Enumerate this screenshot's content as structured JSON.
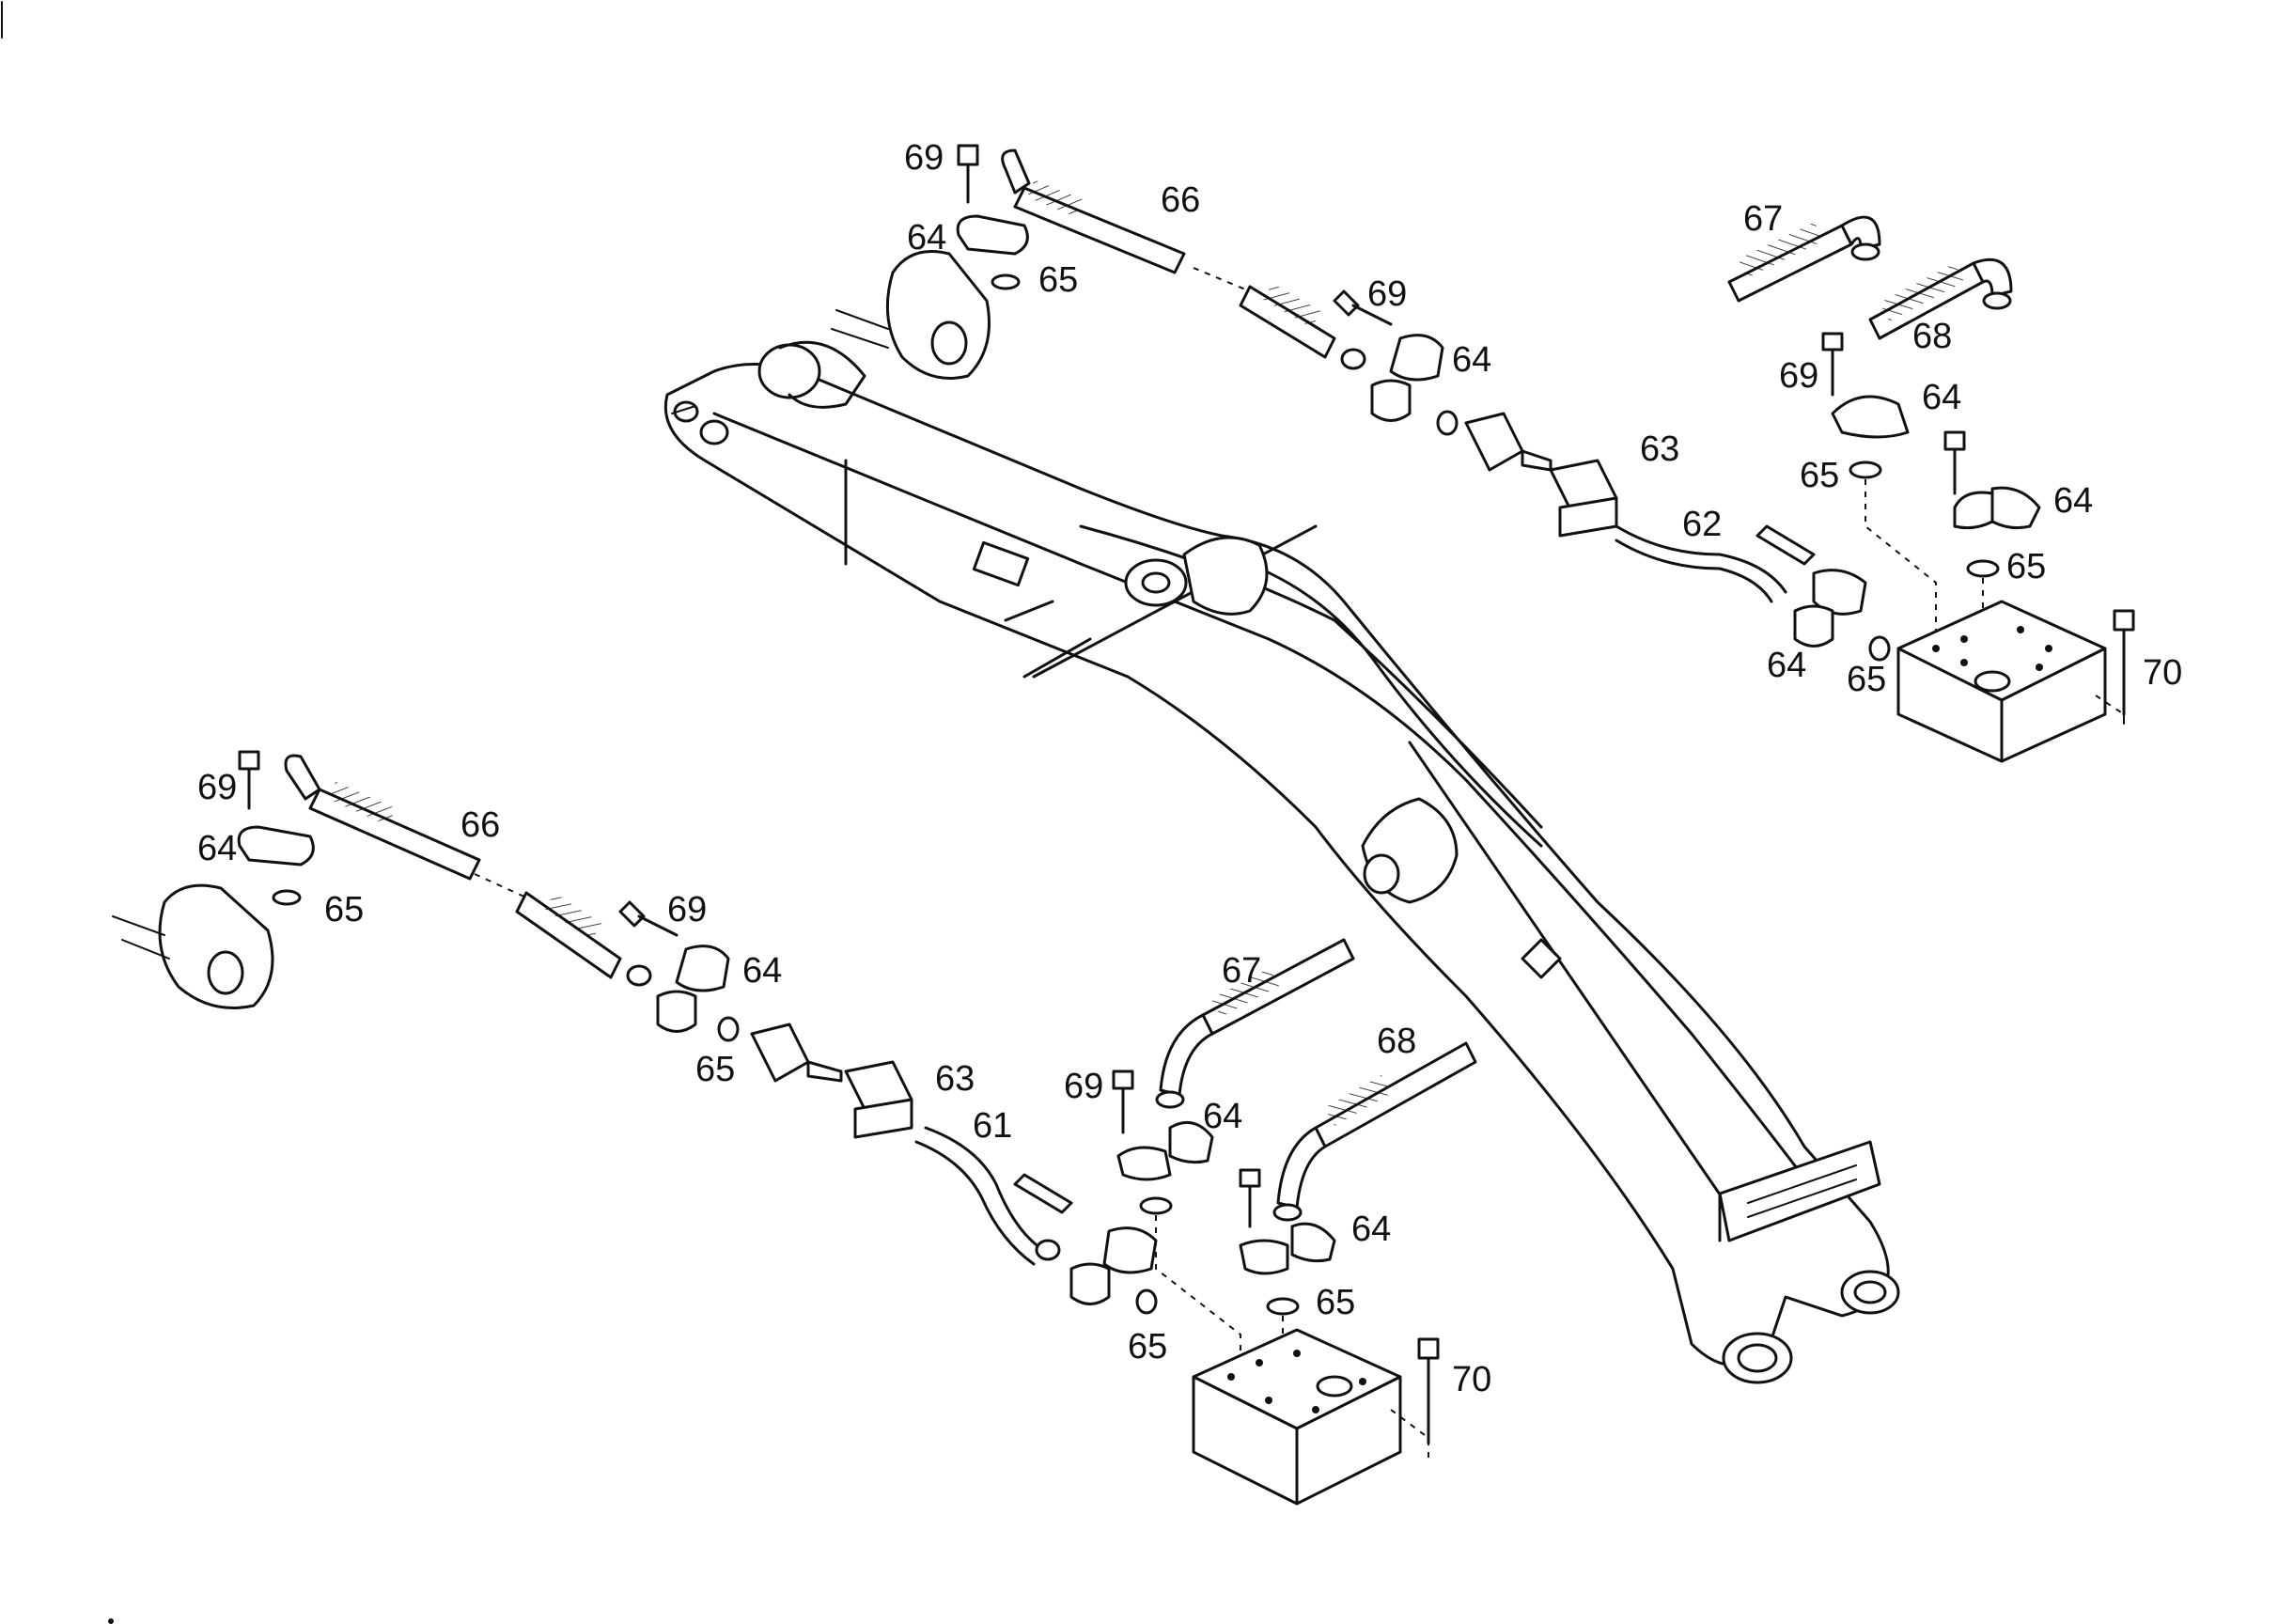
{
  "diagram": {
    "labels": {
      "p61": "61",
      "p62": "62",
      "p63": "63",
      "p64": "64",
      "p65": "65",
      "p66": "66",
      "p67": "67",
      "p68": "68",
      "p69": "69",
      "p70": "70"
    }
  }
}
